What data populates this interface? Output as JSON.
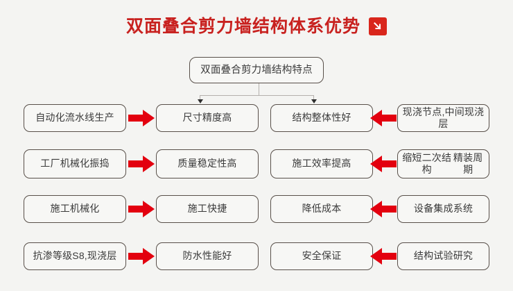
{
  "title": {
    "text": "双面叠合剪力墙结构体系优势",
    "icon": "arrow-down-right-icon",
    "color": "#c8211f"
  },
  "diagram": {
    "root": {
      "label": "双面叠合剪力墙结构特点"
    },
    "arrow_color": "#e3000f",
    "connector_color": "#b4b0ac",
    "box_border_color": "#584f49",
    "rows": [
      {
        "left_cause": "自动化流水线生产",
        "left_effect": "尺寸精度高",
        "right_effect": "结构整体性好",
        "right_cause": "现浇节点,中间现浇层",
        "right_cause_line2": ""
      },
      {
        "left_cause": "工厂机械化振捣",
        "left_effect": "质量稳定性高",
        "right_effect": "施工效率提高",
        "right_cause": "缩短二次结构",
        "right_cause_line2": "精装周期"
      },
      {
        "left_cause": "施工机械化",
        "left_effect": "施工快捷",
        "right_effect": "降低成本",
        "right_cause": "设备集成系统",
        "right_cause_line2": ""
      },
      {
        "left_cause": "抗渗等级S8,现浇层",
        "left_effect": "防水性能好",
        "right_effect": "安全保证",
        "right_cause": "结构试验研究",
        "right_cause_line2": ""
      }
    ],
    "arrows": {
      "right_name": "red-right-arrow",
      "left_name": "red-left-arrow"
    }
  }
}
